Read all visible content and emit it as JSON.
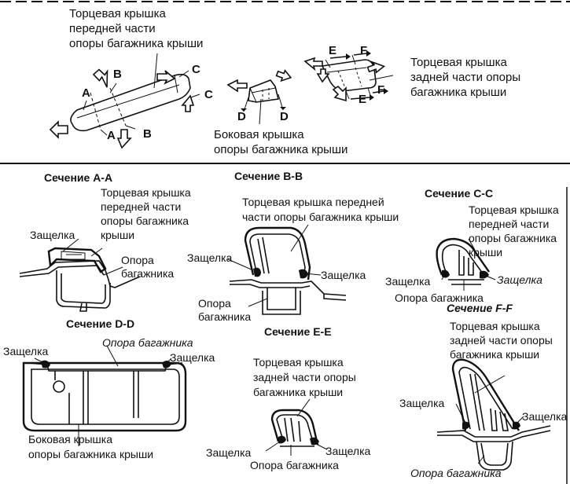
{
  "top_labels": {
    "front_cover": "Торцевая крышка\nпередней части\nопоры багажника крыши",
    "rear_cover": "Торцевая крышка\nзадней части опоры\nбагажника крыши",
    "side_cover": "Боковая крышка\nопоры багажника крыши"
  },
  "letters": [
    "A",
    "B",
    "C",
    "D",
    "E",
    "F"
  ],
  "sections": {
    "aa": {
      "title": "Сечение A-A",
      "cover": "Торцевая крышка\nпередней части\nопоры багажника\nкрыши",
      "latch": "Защелка",
      "support": "Опора\nбагажника"
    },
    "bb": {
      "title": "Сечение B-B",
      "cover": "Торцевая крышка передней\nчасти опоры багажника крыши",
      "latch_left": "Защелка",
      "latch_right": "Защелка",
      "support": "Опора\nбагажника"
    },
    "cc": {
      "title": "Сечение C-C",
      "cover": "Торцевая крышка\nпередней части\nопоры багажника\nкрыши",
      "latch_left": "Защелка",
      "latch_right": "Защелка",
      "support": "Опора багажника"
    },
    "dd": {
      "title": "Сечение D-D",
      "support": "Опора багажника",
      "latch_left": "Защелка",
      "latch_right": "Защелка",
      "cover": "Боковая крышка\nопоры багажника крыши"
    },
    "ee": {
      "title": "Сечение E-E",
      "cover": "Торцевая крышка\nзадней части опоры\nбагажника крыши",
      "latch_left": "Защелка",
      "latch_right": "Защелка",
      "support": "Опора багажника"
    },
    "ff": {
      "title": "Сечение F-F",
      "cover": "Торцевая крышка\nзадней части опоры\nбагажника крыши",
      "latch_left": "Защелка",
      "latch_right": "Защелка",
      "support": "Опора багажника"
    }
  }
}
